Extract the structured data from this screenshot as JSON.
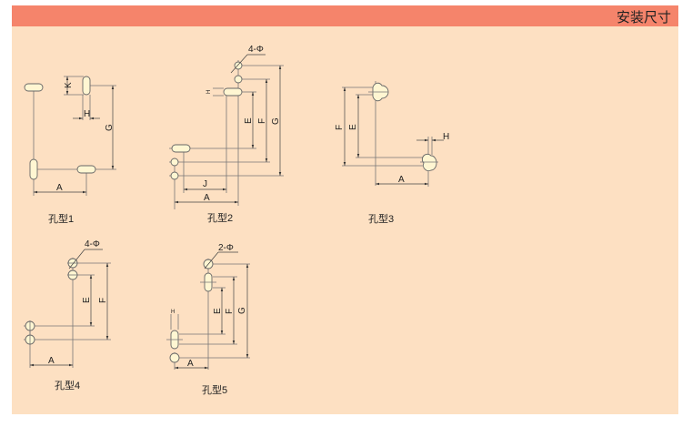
{
  "header": {
    "title": "安装尺寸"
  },
  "figures": [
    {
      "caption": "孔型1",
      "labels": {
        "K": "K",
        "H": "H",
        "G": "G",
        "A": "A"
      }
    },
    {
      "caption": "孔型2",
      "labels": {
        "hole_note": "4-Φ",
        "H": "H",
        "E": "E",
        "F": "F",
        "G": "G",
        "J": "J",
        "A": "A"
      }
    },
    {
      "caption": "孔型3",
      "labels": {
        "F": "F",
        "E": "E",
        "H": "H",
        "A": "A"
      }
    },
    {
      "caption": "孔型4",
      "labels": {
        "hole_note": "4-Φ",
        "E": "E",
        "F": "F",
        "A": "A"
      }
    },
    {
      "caption": "孔型5",
      "labels": {
        "hole_note": "2-Φ",
        "H": "H",
        "E": "E",
        "F": "F",
        "G": "G",
        "A": "A"
      }
    }
  ],
  "colors": {
    "header": "#f5846b",
    "background": "#fde0c2",
    "hole_fill": "#fff6d2"
  }
}
